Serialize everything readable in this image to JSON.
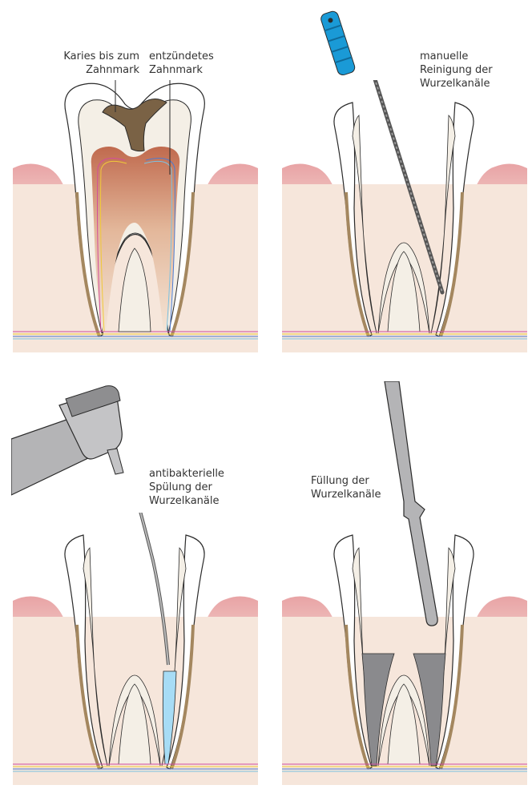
{
  "colors": {
    "gum_pink": "#e8a3a5",
    "gum_light": "#f6e6db",
    "enamel": "#ffffff",
    "dentin": "#f4efe6",
    "root_outline": "#a4875f",
    "caries": "#7a6245",
    "pulp_inflamed": "#c8735a",
    "file_blue": "#1a9ad6",
    "irrigation": "#a7dcf5",
    "filling": "#8a8a8d",
    "instrument_gray": "#b4b4b6",
    "outline": "#2a2a2a"
  },
  "panels": [
    {
      "id": "panel-1",
      "labels": [
        {
          "lines": [
            "Karies bis zum",
            "Zahnmark"
          ]
        },
        {
          "lines": [
            "entzündetes",
            "Zahnmark"
          ]
        }
      ]
    },
    {
      "id": "panel-2",
      "labels": [
        {
          "lines": [
            "manuelle",
            "Reinigung der",
            "Wurzelkanäle"
          ]
        }
      ]
    },
    {
      "id": "panel-3",
      "labels": [
        {
          "lines": [
            "antibakterielle",
            "Spülung der",
            "Wurzelkanäle"
          ]
        }
      ]
    },
    {
      "id": "panel-4",
      "labels": [
        {
          "lines": [
            "Füllung der",
            "Wurzelkanäle"
          ]
        }
      ]
    }
  ]
}
